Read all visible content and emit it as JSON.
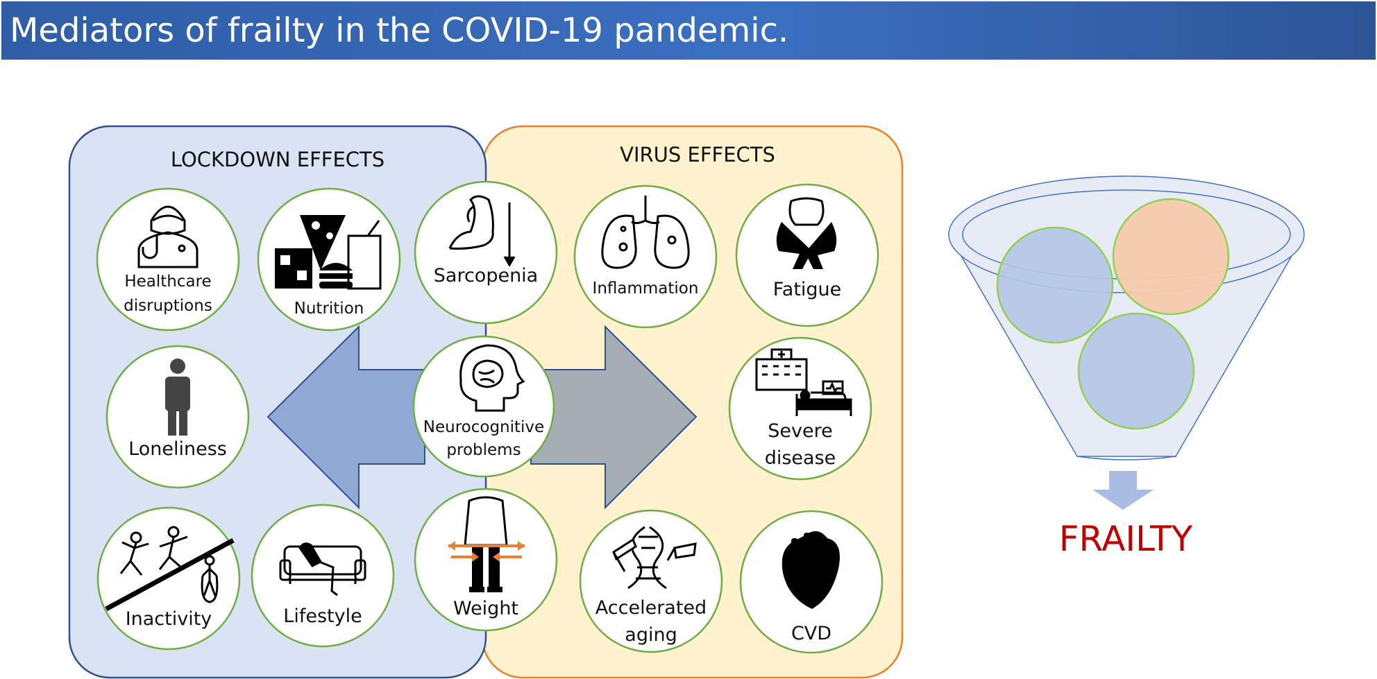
{
  "title": "Mediators of frailty in the COVID-19 pandemic.",
  "lockdown": {
    "heading": "LOCKDOWN EFFECTS",
    "items": [
      {
        "lines": [
          "Healthcare",
          "disruptions"
        ],
        "icon": "doctor-icon"
      },
      {
        "lines": [
          "Nutrition"
        ],
        "icon": "junk-food-icon"
      },
      {
        "lines": [
          "Loneliness"
        ],
        "icon": "person-icon"
      },
      {
        "lines": [
          "Inactivity"
        ],
        "icon": "no-exercise-icon"
      },
      {
        "lines": [
          "Lifestyle"
        ],
        "icon": "sofa-person-icon"
      }
    ]
  },
  "shared": {
    "items": [
      {
        "lines": [
          "Sarcopenia"
        ],
        "icon": "flexed-arm-down-arrow-icon"
      },
      {
        "lines": [
          "Neurocognitive",
          "problems"
        ],
        "icon": "brain-head-icon"
      },
      {
        "lines": [
          "Weight"
        ],
        "icon": "weight-change-icon"
      }
    ]
  },
  "virus": {
    "heading": "VIRUS EFFECTS",
    "items": [
      {
        "lines": [
          "Inflammation"
        ],
        "icon": "lungs-virus-icon"
      },
      {
        "lines": [
          "Fatigue"
        ],
        "icon": "tired-person-icon"
      },
      {
        "lines": [
          "Severe",
          "disease"
        ],
        "icon": "hospital-bed-icon"
      },
      {
        "lines": [
          "Accelerated",
          "aging"
        ],
        "icon": "dna-icon"
      },
      {
        "lines": [
          "CVD"
        ],
        "icon": "heart-icon"
      }
    ]
  },
  "outcome": {
    "label": "FRAILTY"
  },
  "colors": {
    "lockdown_fill": "#dae3f3",
    "lockdown_border": "#2f4f8f",
    "virus_fill": "#fff2cc",
    "virus_border": "#ed7d31",
    "circle_border": "#70ad47",
    "left_arrow": "#8fa9d2",
    "right_arrow": "#a5aeb5",
    "funnel_circle_blue": "#b4c7e7",
    "funnel_circle_orange": "#f8cbad",
    "frailty_text": "#c00000"
  }
}
